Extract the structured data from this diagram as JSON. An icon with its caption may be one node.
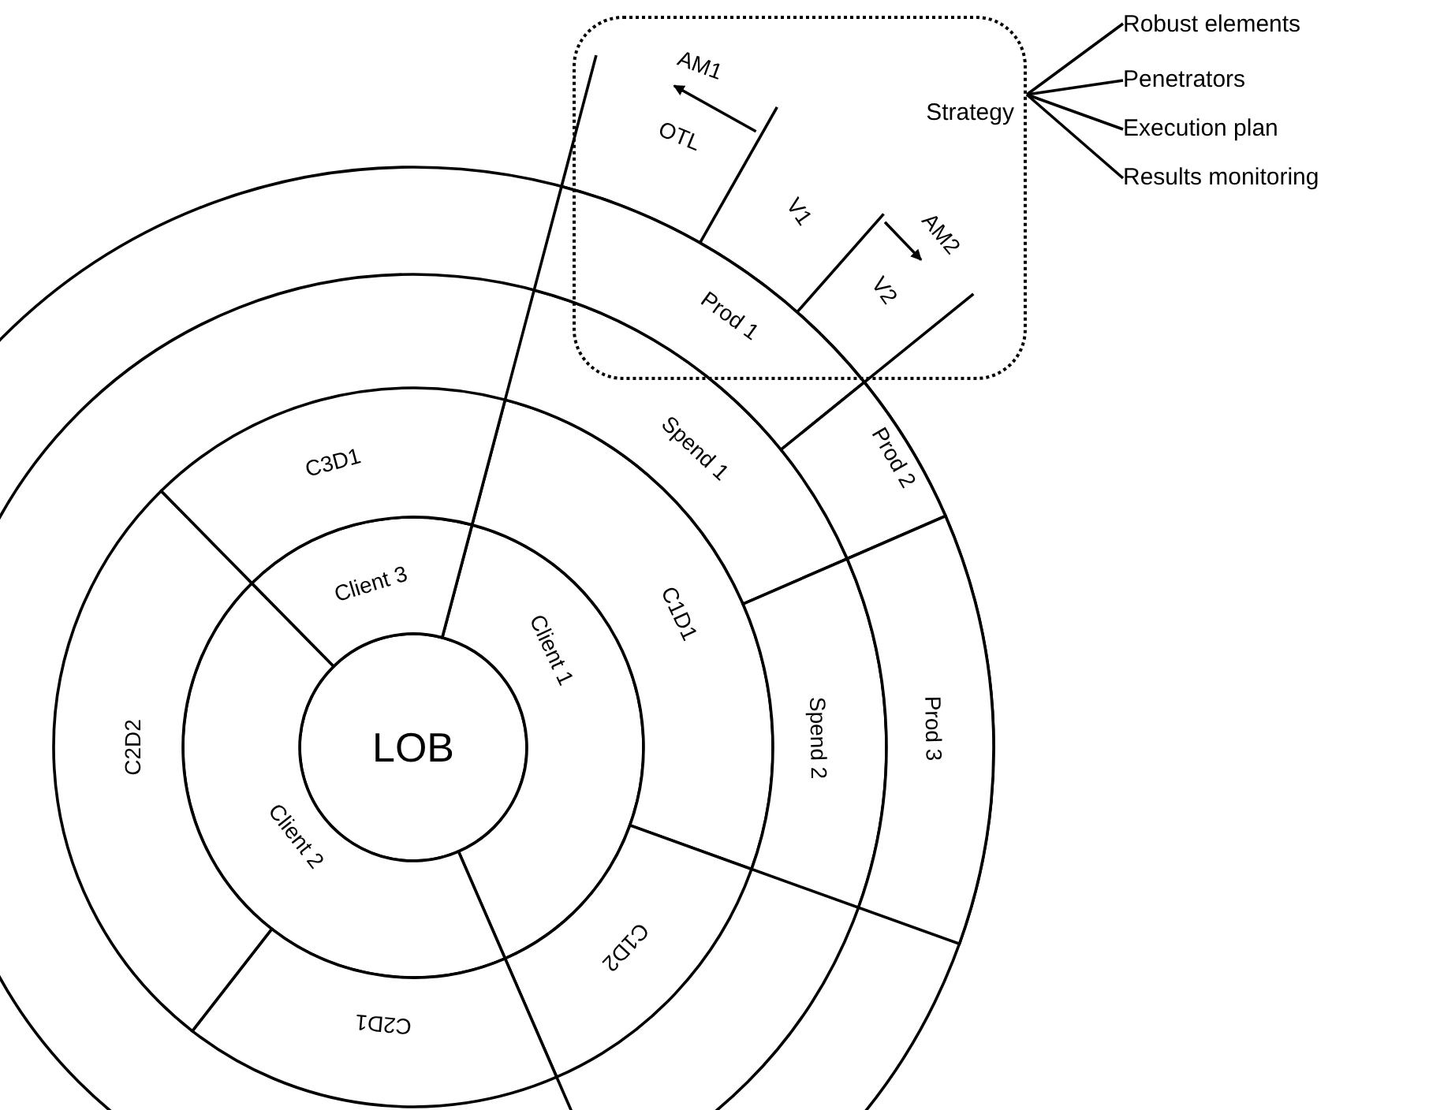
{
  "diagram": {
    "nodes": [
      {
        "text": [
          "LOB"
        ]
      },
      {
        "text": [
          "Client 1"
        ]
      },
      {
        "text": [
          "Client 2"
        ]
      },
      {
        "text": [
          "Client 3"
        ]
      },
      {
        "text": [
          "C1D1"
        ]
      },
      {
        "text": [
          "C1D2"
        ]
      },
      {
        "text": [
          "C2D1"
        ]
      },
      {
        "text": [
          "C2D2"
        ]
      },
      {
        "text": [
          "C3D1"
        ]
      },
      {
        "text": [
          "Spend 1"
        ]
      },
      {
        "text": [
          "Spend 2"
        ]
      },
      {
        "text": [
          "Prod 1"
        ]
      },
      {
        "text": [
          "Prod 2"
        ]
      },
      {
        "text": [
          "Prod 3"
        ]
      },
      {
        "text": [
          "Strategy"
        ]
      },
      {
        "text": [
          "AM1"
        ],
        "in": 14
      },
      {
        "text": [
          "AM2"
        ],
        "in": 14
      },
      {
        "text": [
          "Robust elements"
        ]
      },
      {
        "text": [
          "Penetrators"
        ]
      },
      {
        "text": [
          "Execution plan"
        ]
      },
      {
        "text": [
          "Results monitoring"
        ]
      }
    ],
    "edges": [
      {
        "from": 14,
        "to": 17,
        "arrow": "none"
      },
      {
        "from": 14,
        "to": 18,
        "arrow": "none"
      },
      {
        "from": 14,
        "to": 19,
        "arrow": "none"
      },
      {
        "from": 14,
        "to": 20,
        "arrow": "none"
      },
      {
        "from": null,
        "to": 15,
        "arrow": "to"
      },
      {
        "from": null,
        "to": 16,
        "arrow": "to"
      }
    ],
    "labels": [
      "OTL",
      "V1",
      "V2"
    ]
  }
}
